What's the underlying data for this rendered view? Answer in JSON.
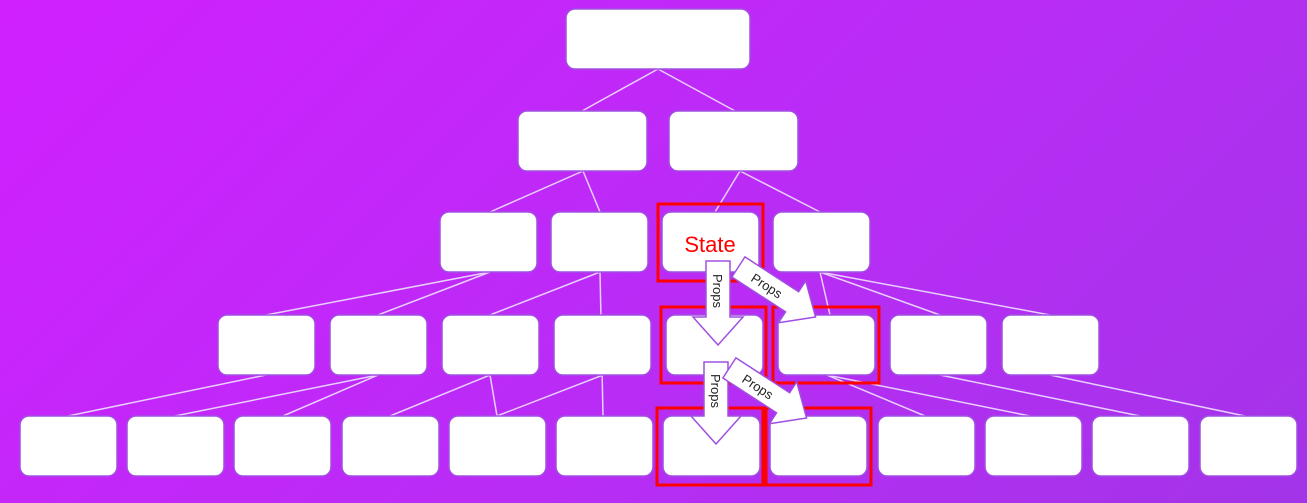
{
  "diagram": {
    "state_label": "State",
    "props_labels": [
      "Props",
      "Props",
      "Props",
      "Props"
    ],
    "colors": {
      "box": "#ffffff",
      "box_border": "#a050e0",
      "highlight": "#ff0000",
      "line": "#e8d0ff",
      "state_text": "#ff0000"
    }
  }
}
